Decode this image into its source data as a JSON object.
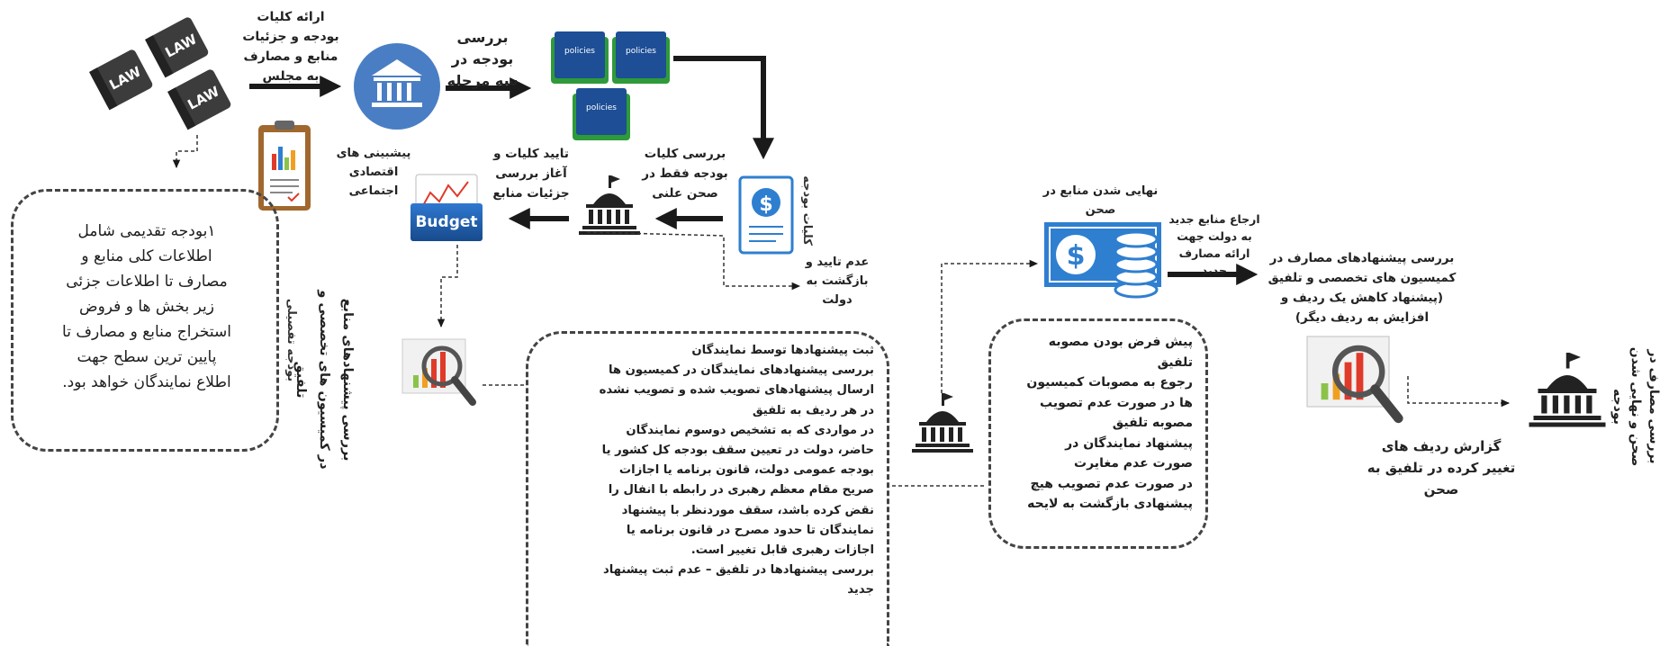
{
  "flow_labels": {
    "submit_to_parliament": "ارائه کلیات بودجه و جزئیات منابع و مصارف به مجلس",
    "review_three_stages": "بررسی بودجه در سه مرحله",
    "economic_forecasts": "پیشبینی های اقتصادی اجتماعی",
    "approve_general": "تایید کلیات و آغاز بررسی جزئیات منابع",
    "review_general_open_session": "بررسی کلیات بودجه فقط در صحن علنی",
    "general_budget": "کلیات بودجه",
    "rejection_return": "عدم تایید و بازگشت به دولت",
    "detailed_budget": "بودجه تفصیلی",
    "review_resources_committees": "بررسی پیشنهادهای منابع در کمیسیون های تخصصی و تلفیق",
    "resources_finalized": "نهایی شدن منابع در صحن",
    "refer_new_resources": "ارجاع منابع جدید به دولت جهت ارائه مصارف جدید",
    "review_expenditure_proposals": "بررسی پیشنهادهای مصارف در کمیسیون های تخصصی و تلفیق (پیشنهاد کاهش یک ردیف و افزایش به ردیف دیگر)",
    "report_changed_rows": "گزارش ردیف های تغییر کرده در تلفیق به صحن",
    "final_review_expenditures": "بررسی مصارف در صحن و نهایی شدن بودجه"
  },
  "icons": {
    "law_books": "LAW",
    "policies": "policies",
    "budget": "Budget"
  },
  "box_initial_budget": {
    "lines": [
      "۱بودجه تقدیمی شامل",
      "اطلاعات کلی منابع و",
      "مصارف تا اطلاعات جزئی",
      "زیر بخش ها و فروض",
      "استخراج منابع و مصارف تا",
      "پایین ترین سطح جهت",
      "اطلاع نمایندگان خواهد بود."
    ]
  },
  "box_proposals": {
    "lines": [
      "ثبت پیشنهادها توسط نمایندگان",
      "بررسی پیشنهادهای نمایندگان در کمیسیون ها",
      "ارسال پیشنهادهای تصویب شده و تصویب نشده",
      "در هر ردیف به تلفیق",
      "در مواردی که به تشخیص دوسوم نمایندگان",
      "حاضر، دولت در تعیین سقف بودجه کل کشور یا",
      "بودجه عمومی دولت، قانون برنامه یا اجازات",
      "صریح مقام معظم رهبری در رابطه با انفال را",
      "نقض کرده باشد، سقف موردنظر با پیشنهاد",
      "نمایندگان تا حدود مصرح در قانون برنامه یا",
      "اجازات رهبری قابل تغییر است.",
      "بررسی پیشنهادها در تلفیق – عدم ثبت پیشنهاد",
      "جدید"
    ]
  },
  "box_assumption": {
    "lines": [
      "پیش فرض بودن مصوبه",
      "تلفیق",
      "رجوع به مصوبات کمیسیون",
      "ها در صورت عدم تصویب",
      "مصوبه تلفیق",
      "پیشنهاد نمایندگان در",
      "صورت عدم مغایرت",
      "در صورت عدم تصویب هیچ",
      "پیشنهادی بازگشت به لایحه"
    ]
  },
  "colors": {
    "arrow": "#1a1a1a",
    "parliament_circle": "#4a7ec4",
    "folder_blue": "#1d4e96",
    "folder_green": "#2f9a3a",
    "money_blue": "#2f7fd0",
    "budget_blue": "#1e5aa8",
    "law_book": "#3c3c3c",
    "bar_red": "#e03a2a",
    "bar_orange": "#f0a020",
    "bar_green": "#8bc34a"
  }
}
